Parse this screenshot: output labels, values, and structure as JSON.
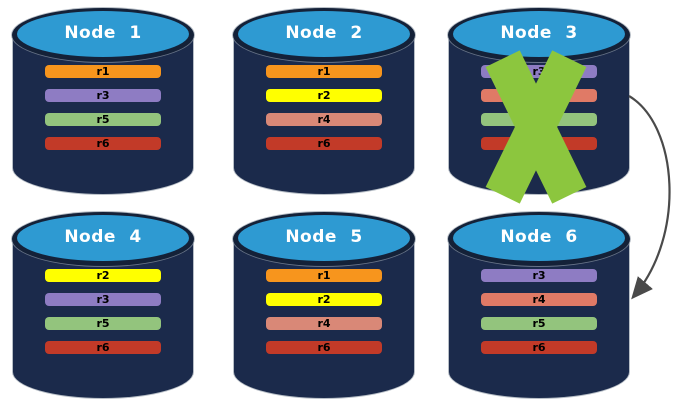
{
  "colors": {
    "background": "#ffffff",
    "cylinder_body": "#1B2A4B",
    "cylinder_rim": "#142138",
    "cylinder_top": "#2E9AD2",
    "node_title_text": "#ffffff",
    "bar_text": "#000000",
    "failure_x": "#8CC63E",
    "arrow": "#4A4A4A"
  },
  "nodes": [
    {
      "title": "Node 1",
      "failed": false,
      "bars": [
        {
          "label": "r1",
          "color": "#F7951D"
        },
        {
          "label": "r3",
          "color": "#8E7CC3"
        },
        {
          "label": "r5",
          "color": "#93C47D"
        },
        {
          "label": "r6",
          "color": "#C23A28"
        }
      ]
    },
    {
      "title": "Node 2",
      "failed": false,
      "bars": [
        {
          "label": "r1",
          "color": "#F7951D"
        },
        {
          "label": "r2",
          "color": "#FFFF00"
        },
        {
          "label": "r4",
          "color": "#D98877"
        },
        {
          "label": "r6",
          "color": "#C23A28"
        }
      ]
    },
    {
      "title": "Node 3",
      "failed": true,
      "bars": [
        {
          "label": "r3",
          "color": "#8E7CC3"
        },
        {
          "label": "r4",
          "color": "#E07A66"
        },
        {
          "label": "r5",
          "color": "#93C47D"
        },
        {
          "label": "r6",
          "color": "#C23A28"
        }
      ]
    },
    {
      "title": "Node 4",
      "failed": false,
      "bars": [
        {
          "label": "r2",
          "color": "#FFFF00"
        },
        {
          "label": "r3",
          "color": "#8E7CC3"
        },
        {
          "label": "r5",
          "color": "#93C47D"
        },
        {
          "label": "r6",
          "color": "#C23A28"
        }
      ]
    },
    {
      "title": "Node 5",
      "failed": false,
      "bars": [
        {
          "label": "r1",
          "color": "#F7951D"
        },
        {
          "label": "r2",
          "color": "#FFFF00"
        },
        {
          "label": "r4",
          "color": "#D98877"
        },
        {
          "label": "r6",
          "color": "#C23A28"
        }
      ]
    },
    {
      "title": "Node 6",
      "failed": false,
      "bars": [
        {
          "label": "r3",
          "color": "#8E7CC3"
        },
        {
          "label": "r4",
          "color": "#E07A66"
        },
        {
          "label": "r5",
          "color": "#93C47D"
        },
        {
          "label": "r6",
          "color": "#C23A28"
        }
      ]
    }
  ],
  "annotations": {
    "failure_marker": {
      "node": "Node 3",
      "icon": "x-cross"
    },
    "arrow": {
      "from": "Node 3",
      "to": "Node 6"
    }
  }
}
